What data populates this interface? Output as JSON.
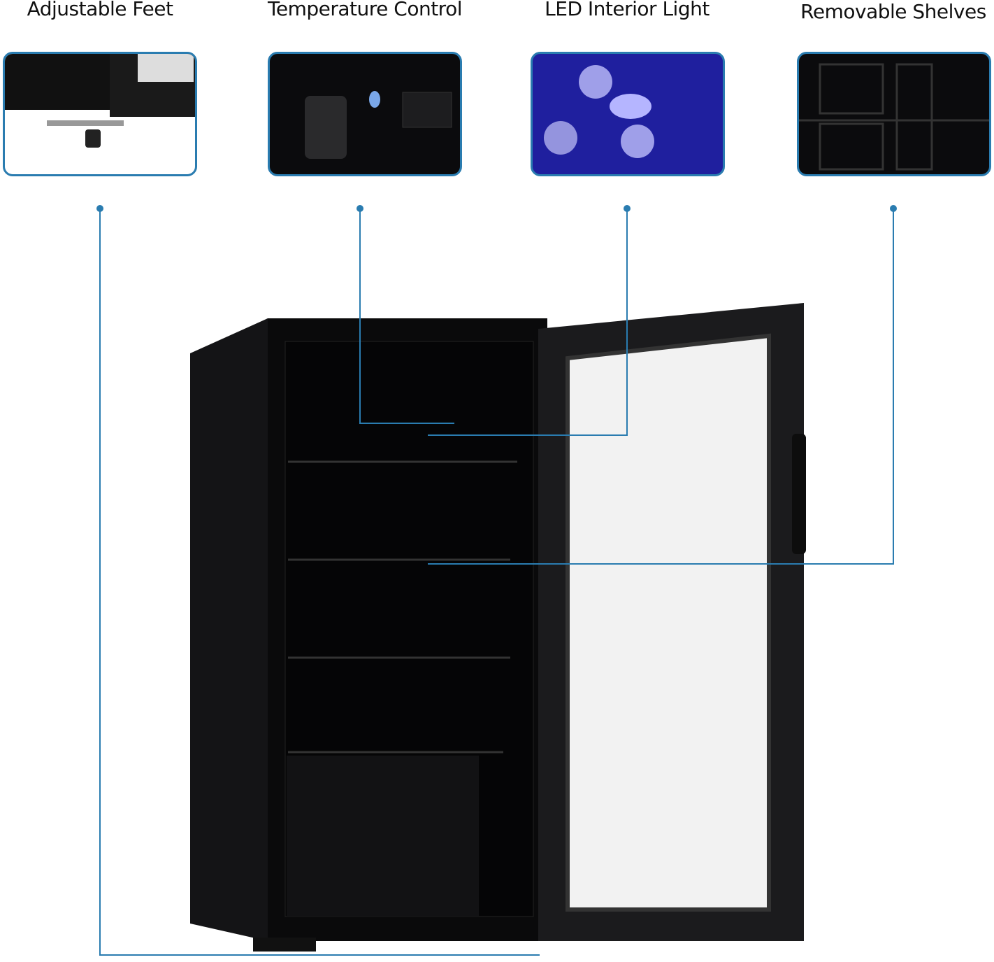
{
  "features": [
    {
      "label": "Adjustable Feet"
    },
    {
      "label": "Temperature Control"
    },
    {
      "label": "LED Interior Light"
    },
    {
      "label": "Removable Shelves"
    }
  ],
  "colors": {
    "accent": "#2a7cb0",
    "fridge": "#0c0c0e",
    "glass": "#f2f2f2"
  }
}
